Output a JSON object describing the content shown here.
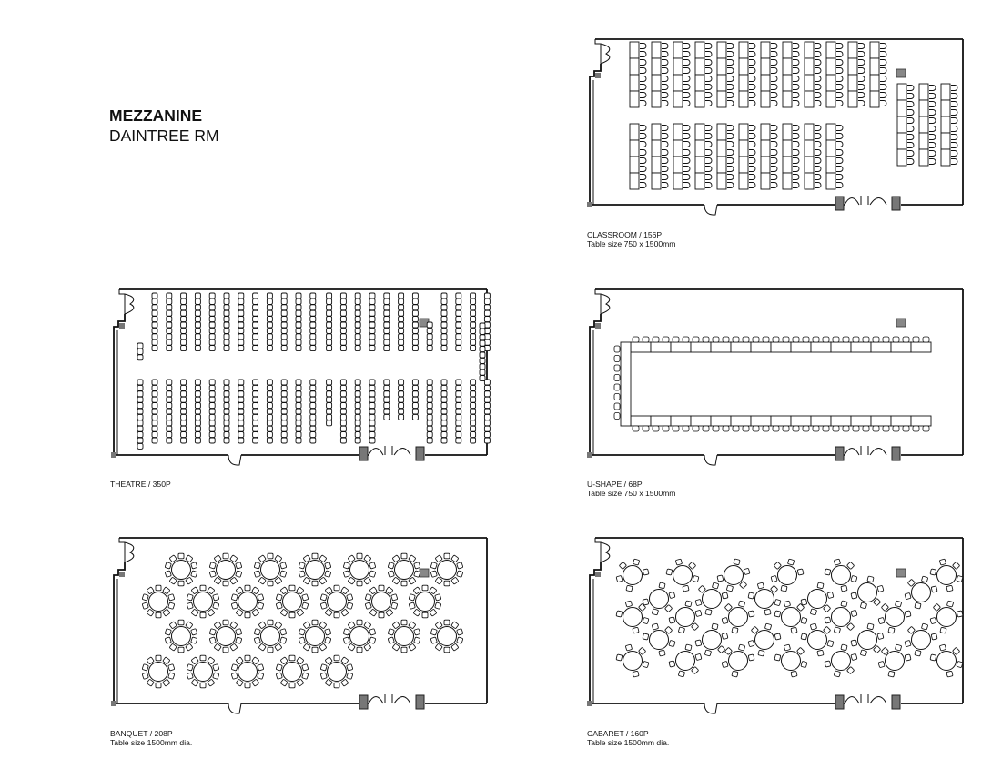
{
  "title": {
    "level": "MEZZANINE",
    "room": "DAINTREE RM"
  },
  "layouts": [
    {
      "id": "classroom",
      "caption": "CLASSROOM / 156P",
      "note": "Table size 750 x 1500mm"
    },
    {
      "id": "theatre",
      "caption": "THEATRE / 350P",
      "note": ""
    },
    {
      "id": "ushape",
      "caption": "U-SHAPE / 68P",
      "note": "Table size 750 x 1500mm"
    },
    {
      "id": "banquet",
      "caption": "BANQUET / 208P",
      "note": "Table size 1500mm dia."
    },
    {
      "id": "cabaret",
      "caption": "CABARET / 160P",
      "note": "Table size 1500mm dia."
    }
  ]
}
